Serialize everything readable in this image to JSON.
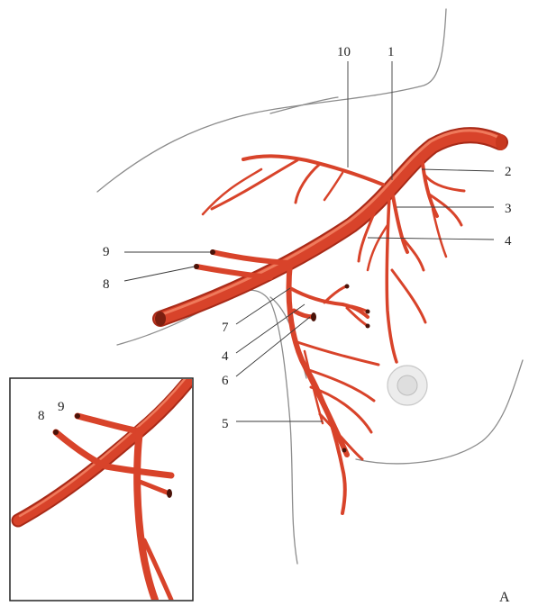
{
  "labels": {
    "l1": "1",
    "l2": "2",
    "l3": "3",
    "l4a": "4",
    "l4b": "4",
    "l5": "5",
    "l6": "6",
    "l7": "7",
    "l8": "8",
    "l9": "9",
    "l10": "10"
  },
  "inset_labels": {
    "l8": "8",
    "l9": "9"
  },
  "panel_letter": "A",
  "colors": {
    "artery": "#d8432a",
    "artery_dark": "#a82a18",
    "artery_highlight": "#ef7a5c",
    "outline": "#8c8c8c",
    "areola": "#d9d9d9"
  }
}
